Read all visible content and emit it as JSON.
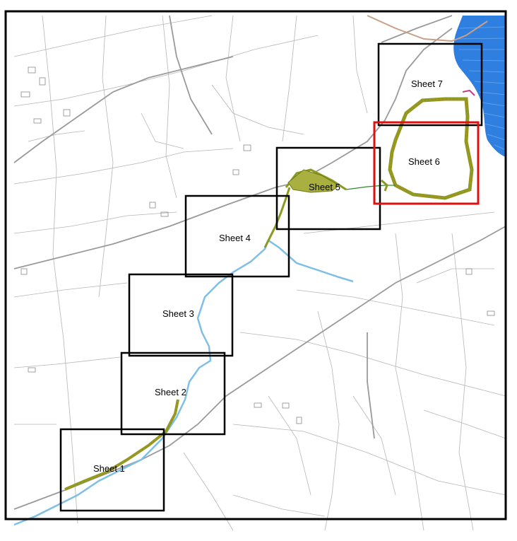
{
  "map": {
    "colors": {
      "water": "#2f7fe0",
      "stream": "#7fbfe6",
      "road": "#9a9a9a",
      "field": "#b5b5b5",
      "works": "#8a9a1e",
      "works_accent": "#c98a2a",
      "frame": "#000000",
      "highlight": "#e01010"
    },
    "sheets": [
      {
        "id": "sheet-1",
        "label": "Sheet 1",
        "highlighted": false
      },
      {
        "id": "sheet-2",
        "label": "Sheet 2",
        "highlighted": false
      },
      {
        "id": "sheet-3",
        "label": "Sheet 3",
        "highlighted": false
      },
      {
        "id": "sheet-4",
        "label": "Sheet 4",
        "highlighted": false
      },
      {
        "id": "sheet-5",
        "label": "Sheet 5",
        "highlighted": false
      },
      {
        "id": "sheet-6",
        "label": "Sheet 6",
        "highlighted": true
      },
      {
        "id": "sheet-7",
        "label": "Sheet 7",
        "highlighted": false
      }
    ]
  }
}
